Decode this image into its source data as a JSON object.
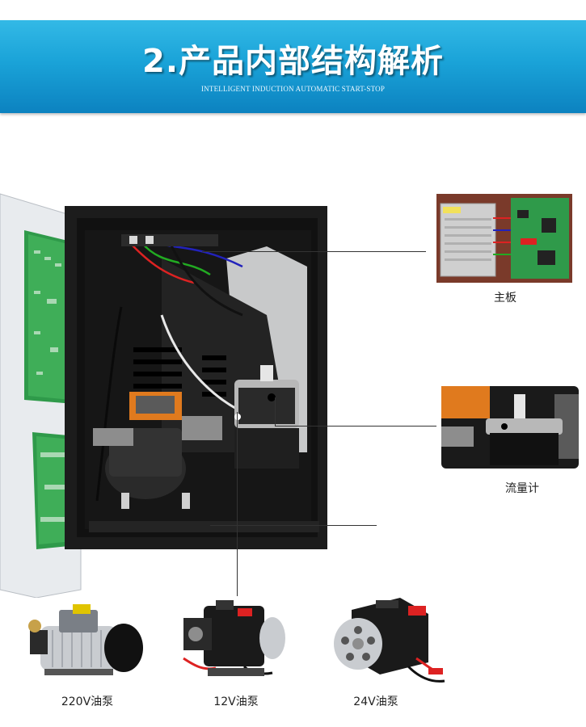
{
  "banner": {
    "title": "2.产品内部结构解析",
    "subtitle": "INTELLIGENT INDUCTION AUTOMATIC START-STOP"
  },
  "components": {
    "main_board": {
      "label": "主板"
    },
    "flow_meter": {
      "label": "流量计"
    }
  },
  "pumps": [
    {
      "label": "220V油泵"
    },
    {
      "label": "12V油泵"
    },
    {
      "label": "24V油泵"
    }
  ],
  "colors": {
    "banner_top": "#33b9e6",
    "banner_bottom": "#0c82c0",
    "pcb_green": "#2f9a4a",
    "cabinet_black": "#1a1a1a",
    "pump_orange": "#e07a1e"
  }
}
